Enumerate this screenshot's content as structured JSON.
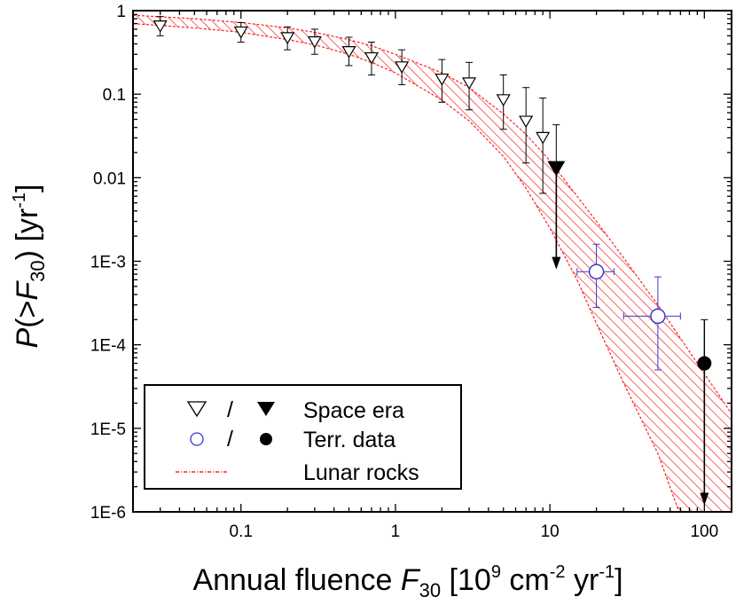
{
  "chart_data": {
    "type": "scatter",
    "title": "",
    "xlabel": {
      "main": "Annual fluence ",
      "var": "F",
      "sub": "30",
      "unit_pre": " [10",
      "unit_exp1": "9",
      "unit_mid": " cm",
      "unit_exp2": "-2",
      "unit_mid2": " yr",
      "unit_exp3": "-1",
      "unit_post": "]"
    },
    "ylabel": {
      "var": "P",
      "pre": "(>",
      "var2": "F",
      "sub": "30",
      "post": ") [yr",
      "exp": "-1",
      "end": "]"
    },
    "x_scale": "log",
    "y_scale": "log",
    "xlim": [
      0.02,
      150
    ],
    "ylim": [
      1e-06,
      1
    ],
    "x_ticks": [
      {
        "value": 0.1,
        "label": "0.1"
      },
      {
        "value": 1,
        "label": "1"
      },
      {
        "value": 10,
        "label": "10"
      },
      {
        "value": 100,
        "label": "100"
      }
    ],
    "y_ticks": [
      {
        "value": 1,
        "label": "1"
      },
      {
        "value": 0.1,
        "label": "0.1"
      },
      {
        "value": 0.01,
        "label": "0.01"
      },
      {
        "value": 0.001,
        "label": "1E-3"
      },
      {
        "value": 0.0001,
        "label": "1E-4"
      },
      {
        "value": 1e-05,
        "label": "1E-5"
      },
      {
        "value": 1e-06,
        "label": "1E-6"
      }
    ],
    "band": {
      "name": "Lunar rocks",
      "color": "#ff2020",
      "upper": [
        [
          0.02,
          0.88
        ],
        [
          0.05,
          0.8
        ],
        [
          0.1,
          0.72
        ],
        [
          0.2,
          0.62
        ],
        [
          0.3,
          0.55
        ],
        [
          0.5,
          0.45
        ],
        [
          0.7,
          0.38
        ],
        [
          1,
          0.3
        ],
        [
          2,
          0.18
        ],
        [
          3,
          0.12
        ],
        [
          5,
          0.058
        ],
        [
          7,
          0.033
        ],
        [
          10,
          0.016
        ],
        [
          15,
          0.006
        ],
        [
          20,
          0.003
        ],
        [
          30,
          0.0011
        ],
        [
          50,
          0.0003
        ],
        [
          70,
          0.00012
        ],
        [
          100,
          4.5e-05
        ],
        [
          150,
          1.5e-05
        ]
      ],
      "lower": [
        [
          0.02,
          0.7
        ],
        [
          0.05,
          0.62
        ],
        [
          0.1,
          0.55
        ],
        [
          0.2,
          0.45
        ],
        [
          0.3,
          0.39
        ],
        [
          0.5,
          0.3
        ],
        [
          0.7,
          0.24
        ],
        [
          1,
          0.18
        ],
        [
          2,
          0.085
        ],
        [
          3,
          0.048
        ],
        [
          5,
          0.018
        ],
        [
          7,
          0.0075
        ],
        [
          10,
          0.0025
        ],
        [
          15,
          0.0006
        ],
        [
          20,
          0.00018
        ],
        [
          30,
          3.5e-05
        ],
        [
          50,
          5e-06
        ],
        [
          70,
          9e-07
        ]
      ]
    },
    "series": [
      {
        "name": "Space era",
        "marker": "triangle-down-open",
        "color": "#000000",
        "points": [
          {
            "x": 0.03,
            "y": 0.65,
            "ylo": 0.5,
            "yhi": 0.85
          },
          {
            "x": 0.1,
            "y": 0.55,
            "ylo": 0.42,
            "yhi": 0.72
          },
          {
            "x": 0.2,
            "y": 0.47,
            "ylo": 0.34,
            "yhi": 0.64
          },
          {
            "x": 0.3,
            "y": 0.42,
            "ylo": 0.3,
            "yhi": 0.6
          },
          {
            "x": 0.5,
            "y": 0.32,
            "ylo": 0.22,
            "yhi": 0.48
          },
          {
            "x": 0.7,
            "y": 0.27,
            "ylo": 0.17,
            "yhi": 0.42
          },
          {
            "x": 1.1,
            "y": 0.21,
            "ylo": 0.13,
            "yhi": 0.34
          },
          {
            "x": 2,
            "y": 0.15,
            "ylo": 0.08,
            "yhi": 0.26
          },
          {
            "x": 3,
            "y": 0.135,
            "ylo": 0.065,
            "yhi": 0.24
          },
          {
            "x": 5,
            "y": 0.085,
            "ylo": 0.038,
            "yhi": 0.17
          },
          {
            "x": 7,
            "y": 0.047,
            "ylo": 0.015,
            "yhi": 0.12
          },
          {
            "x": 9,
            "y": 0.03,
            "ylo": 0.0065,
            "yhi": 0.09
          }
        ]
      },
      {
        "name": "Space era (filled)",
        "marker": "triangle-down-filled",
        "color": "#000000",
        "points": [
          {
            "x": 11,
            "y": 0.013,
            "yhi": 0.043,
            "upper_limit_to": 0.0008
          }
        ]
      },
      {
        "name": "Terr. data",
        "marker": "circle-open",
        "color": "#3a3acc",
        "points": [
          {
            "x": 20,
            "y": 0.00075,
            "ylo": 0.00028,
            "yhi": 0.0016,
            "xlo": 15,
            "xhi": 26
          },
          {
            "x": 50,
            "y": 0.00022,
            "ylo": 5e-05,
            "yhi": 0.00065,
            "xlo": 30,
            "xhi": 70
          }
        ]
      },
      {
        "name": "Terr. data (filled)",
        "marker": "circle-filled",
        "color": "#000000",
        "points": [
          {
            "x": 100,
            "y": 6e-05,
            "yhi": 0.0002,
            "upper_limit_to": 1.2e-06
          }
        ]
      }
    ],
    "legend": {
      "position": "lower-left",
      "slash": "/",
      "entries": [
        {
          "label": "Space era"
        },
        {
          "label": "Terr. data"
        },
        {
          "label": "Lunar rocks"
        }
      ]
    }
  }
}
